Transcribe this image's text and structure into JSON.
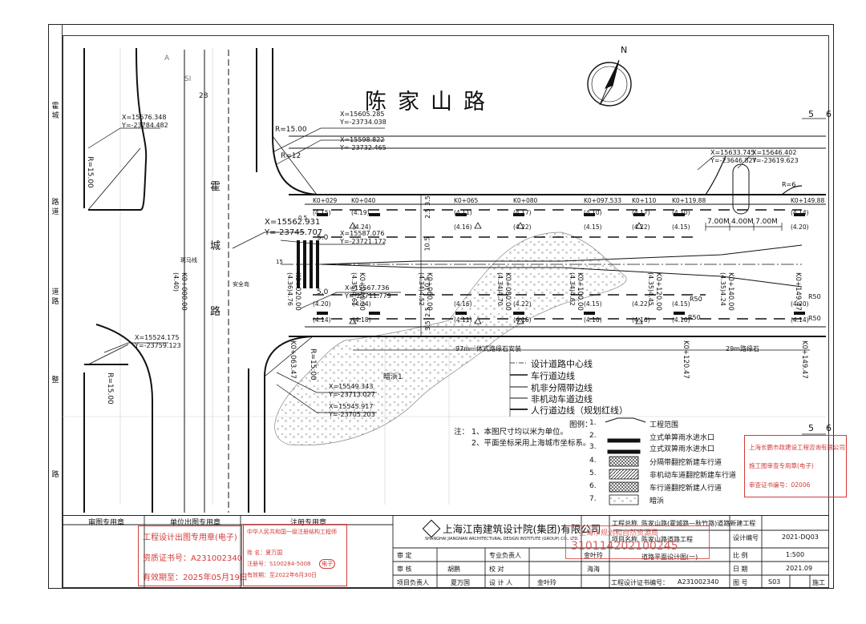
{
  "drawing": {
    "road_title": "陈家山路",
    "cross_road_name": [
      "霍",
      "城",
      "路"
    ],
    "side_strip_labels": [
      "霍",
      "城",
      "路",
      "道",
      "道",
      "路",
      "整",
      "路"
    ],
    "top_right_grid": [
      "5",
      "6"
    ],
    "mid_right_grid": [
      "5",
      "6"
    ],
    "north_symbol": "N",
    "dims": {
      "r15_left": "R=15.00",
      "r15_top": "R=15.00",
      "r12": "R=12",
      "r15_bottom": "R=15.00",
      "r15_bottom_left": "R=15.00",
      "r6": "R=6",
      "w1": "7.00M",
      "w2": "4.00M",
      "w3": "7.00M",
      "five_top": "5.0",
      "five_bot": "5.0",
      "seg_1": "97m一体式路缘石安装",
      "seg_2": "29m路缘石",
      "r50a": "R50",
      "r50b": "R50",
      "r50c": "R50",
      "r50d": "R50"
    },
    "coords": [
      {
        "x": "X=15576.348",
        "y": "Y=-23784.482"
      },
      {
        "x": "X=15605.285",
        "y": "Y=-23734.038"
      },
      {
        "x": "X=15598.822",
        "y": "Y=-23732.465"
      },
      {
        "x": "X=15562.931",
        "y": "Y=-23745.707"
      },
      {
        "x": "X=15587.076",
        "y": "Y=-23721.172"
      },
      {
        "x": "X=15567.736",
        "y": "Y=-23711.779"
      },
      {
        "x": "X=15524.175",
        "y": "Y=-23759.123"
      },
      {
        "x": "X=15549.343",
        "y": "Y=-23713.027"
      },
      {
        "x": "X=15545.917",
        "y": "Y=-23705.203"
      },
      {
        "x": "X=15633.745",
        "y": "Y=-23646.827"
      },
      {
        "x": "X=15646.402",
        "y": "Y=-23619.623"
      }
    ],
    "stations_top": [
      "K0+029",
      "K0+040",
      "K0+065",
      "K0+080",
      "K0+097.533",
      "K0+110",
      "K0+119.88",
      "K0+149.88"
    ],
    "elev_top_row1": [
      "(4.15)",
      "(4.19)",
      "(4.11)",
      "(4.17)",
      "(4.10)",
      "(4.17)",
      "(4.10)",
      "(4.14)"
    ],
    "elev_top_row2": [
      "(4.24)",
      "(4.16)",
      "(4.22)",
      "(4.15)",
      "(4.22)",
      "(4.15)",
      "(4.20)"
    ],
    "stations_center": [
      "K0+000.00",
      "K0+020.00",
      "K0+040.00",
      "K0+060.00",
      "K0+080.00",
      "K0+100.00",
      "K0+120.00",
      "K0+140.00",
      "K0+149.47"
    ],
    "elev_center": [
      "(4.40)",
      "(4.36)4.76",
      "(4.36)4.61",
      "(4.34)4.52",
      "(4.34)4.70",
      "(4.34)4.62",
      "(4.35)4.45",
      "(4.35)4.24"
    ],
    "elev_bot_row1": [
      "(4.20)",
      "(4.24)",
      "(4.16)",
      "(4.22)",
      "(4.15)",
      "(4.22)",
      "(4.15)",
      "(4.20)"
    ],
    "elev_bot_row2": [
      "(4.14)",
      "(4.18)",
      "(4.11)",
      "(4.16)",
      "(4.10)",
      "(4.16)",
      "(4.10)",
      "(4.14)"
    ],
    "stations_bottom": [
      "K0+063.47",
      "K0+120.47",
      "K0+149.47"
    ],
    "misc_labels": {
      "safety_island": "安全岛",
      "crosswalk": "斑马线",
      "hidden_creek": "暗浜1",
      "a_label": "A",
      "s_label": "SI",
      "num_28": "28",
      "dim_35": "3.5",
      "dim_25": "2.5",
      "dim_105a": "10.5",
      "dim_105b": "10.5",
      "dim_25b": "2.5",
      "dim_35b": "3.5",
      "small_05": "0.5",
      "num_15": "15"
    },
    "line_legend": [
      "设计道路中心线",
      "车行道边线",
      "机非分隔带边线",
      "非机动车道边线",
      "人行道边线（规划红线）"
    ],
    "notes": {
      "label": "注：",
      "items": [
        "1、本图尺寸均以米为单位。",
        "2、平面坐标采用上海城市坐标系。"
      ]
    },
    "symbol_legend": {
      "label": "图例：",
      "items": [
        {
          "no": "1.",
          "text": "工程范围"
        },
        {
          "no": "2.",
          "text": "立式单箅雨水进水口"
        },
        {
          "no": "3.",
          "text": "立式双箅雨水进水口"
        },
        {
          "no": "4.",
          "text": "分隔带翻挖新建车行道"
        },
        {
          "no": "5.",
          "text": "非机动车道翻挖新建车行道"
        },
        {
          "no": "6.",
          "text": "车行道翻挖新建人行道"
        },
        {
          "no": "7.",
          "text": "暗浜"
        }
      ]
    },
    "stamp_right": {
      "line1": "上海长鹏市政建设工程咨询有限公司",
      "line2": "施工图审查专用章(电子)",
      "line3": "审查证书编号：02006"
    },
    "title_block": {
      "review_stamp": "审图专用章",
      "unit_stamp": "单位出图专用章",
      "reg_stamp": "注册专用章",
      "unit_seal": {
        "line1": "工程设计出图专用章(电子)",
        "line2": "资质证书号：A231002340",
        "line3": "有效期至：2025年05月19日"
      },
      "reg_seal": {
        "line1": "中华人民共和国一级注册结构工程师",
        "line2": "姓  名：夏万国",
        "line3": "注册号：S100284-5008",
        "line4": "有效期：至2022年6月30日",
        "tag": "电子"
      },
      "company_cn": "上海江南建筑设计院(集团)有限公司",
      "company_en": "SHANGHAI JIANGNAN ARCHITECTURAL DESIGN INSTITUTE (GROUP) CO., LTD.",
      "project_owner_label": "工程总称",
      "project_owner": "陈家山路(霍城路—秋竹路)道路新建工程",
      "project_name_label": "项目名称",
      "project_name": "陈家山路道路工程",
      "drawing_name": "道路平面设计图(一)",
      "cert_label": "工程设计证书编号：",
      "cert_no": "A231002340",
      "red_overlay": "上海市规划和自然资源局",
      "red_code": "310114202100245",
      "roles": {
        "approve": "审    定",
        "verify": "审    核",
        "project_lead": "项目负责人",
        "discipline_lead": "专业负责人",
        "check": "校    对",
        "design": "设 计 人",
        "name_a": "胡鹏",
        "name_b": "夏万国",
        "name_c": "金叶玲",
        "name_d": "海海",
        "name_e": "金叶玲"
      },
      "fields": {
        "design_no_label": "设计编号",
        "design_no": "2021-DQ03",
        "scale_label": "比    例",
        "scale": "1:500",
        "date_label": "日    期",
        "date": "2021.09",
        "sheet_label": "图    号",
        "sheet": "S03",
        "stage": "施工"
      }
    }
  }
}
